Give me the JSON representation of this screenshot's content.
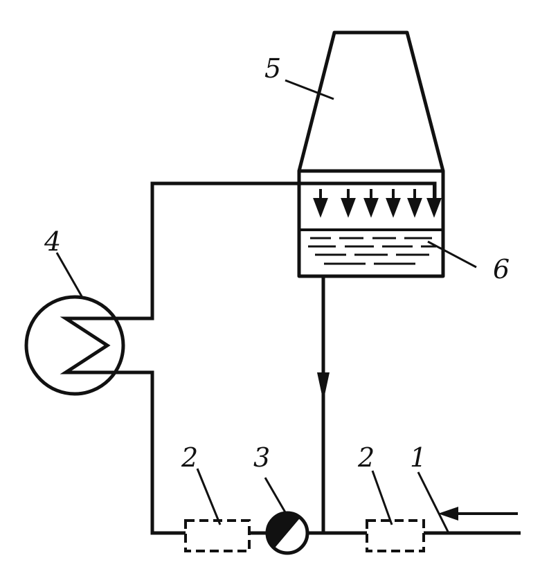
{
  "colors": {
    "line": "#111111",
    "background": "#ffffff"
  },
  "labels": {
    "inlet_pipe": "1",
    "filter_left": "2",
    "filter_right": "2",
    "pump": "3",
    "heat_exchanger": "4",
    "cooling_tower": "5",
    "water_basin": "6"
  }
}
